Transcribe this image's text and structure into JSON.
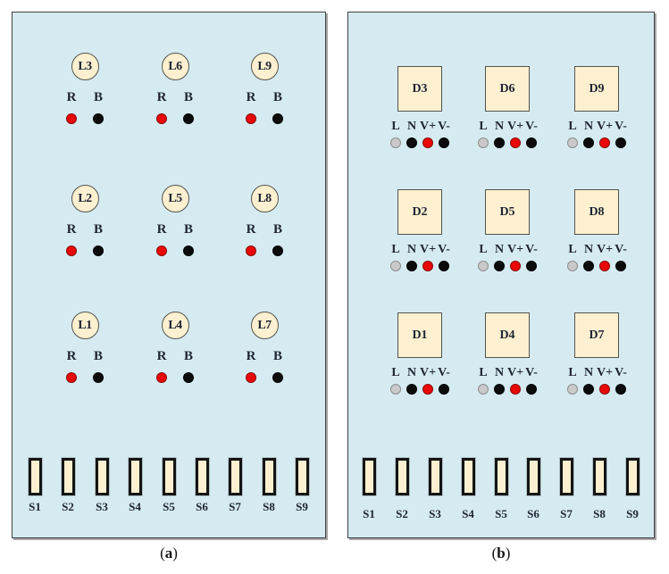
{
  "colors": {
    "panel_bg": "#d5ebf1",
    "panel_border": "#3f3f3f",
    "component_fill": "#fcf0d0",
    "component_border": "#55534e",
    "switch_border": "#141414",
    "dot_red": "#e90808",
    "dot_black": "#0b0b0b",
    "dot_gray": "#c9c9c9",
    "text": "#1f2433"
  },
  "panel_a": {
    "lamps": [
      {
        "label": "L3"
      },
      {
        "label": "L6"
      },
      {
        "label": "L9"
      },
      {
        "label": "L2"
      },
      {
        "label": "L5"
      },
      {
        "label": "L8"
      },
      {
        "label": "L1"
      },
      {
        "label": "L4"
      },
      {
        "label": "L7"
      }
    ],
    "terminal_labels": [
      "R",
      "B"
    ],
    "terminal_dot_colors": [
      "red",
      "black"
    ],
    "switch_labels": [
      "S1",
      "S2",
      "S3",
      "S4",
      "S5",
      "S6",
      "S7",
      "S8",
      "S9"
    ],
    "caption": {
      "open": "(",
      "letter": "a",
      "close": ")"
    }
  },
  "panel_b": {
    "devices": [
      {
        "label": "D3"
      },
      {
        "label": "D6"
      },
      {
        "label": "D9"
      },
      {
        "label": "D2"
      },
      {
        "label": "D5"
      },
      {
        "label": "D8"
      },
      {
        "label": "D1"
      },
      {
        "label": "D4"
      },
      {
        "label": "D7"
      }
    ],
    "terminal_labels": [
      "L",
      "N",
      "V+",
      "V-"
    ],
    "terminal_dot_colors": [
      "gray",
      "black",
      "red",
      "black"
    ],
    "switch_labels": [
      "S1",
      "S2",
      "S3",
      "S4",
      "S5",
      "S6",
      "S7",
      "S8",
      "S9"
    ],
    "caption": {
      "open": "(",
      "letter": "b",
      "close": ")"
    }
  }
}
